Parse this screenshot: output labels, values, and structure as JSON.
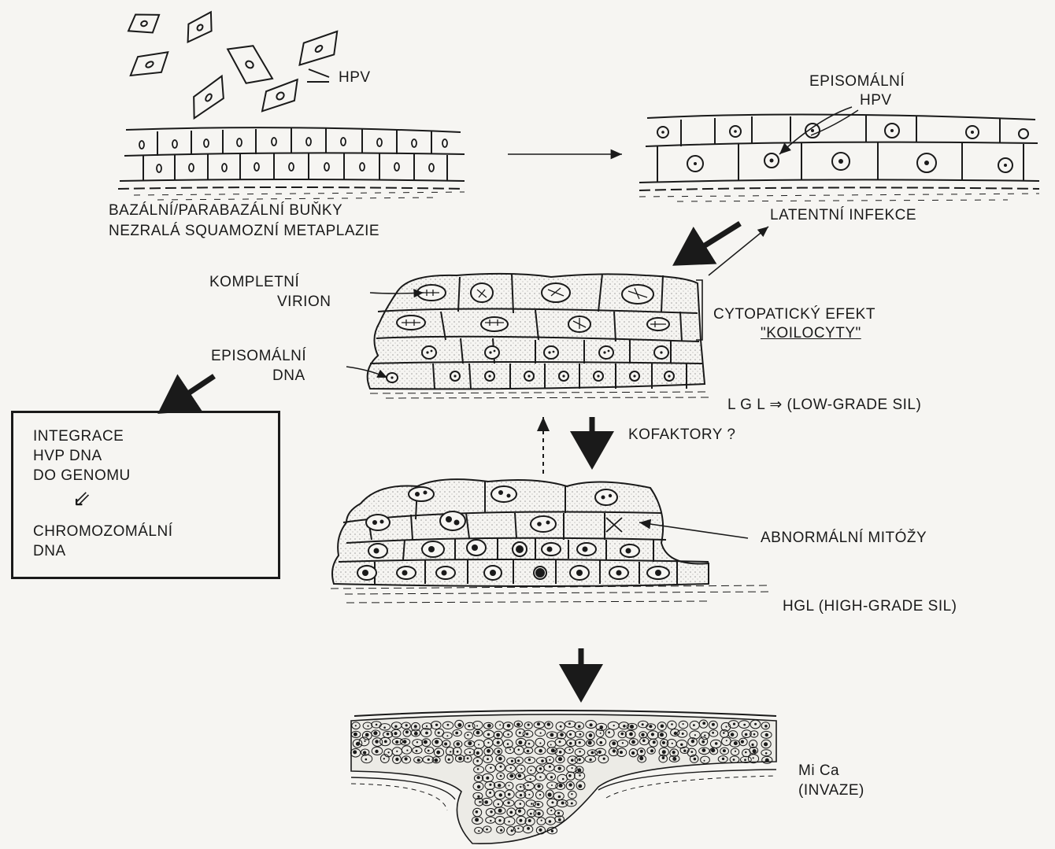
{
  "labels": {
    "hpv": "HPV",
    "episomal_hpv_1": "EPISOMÁLNÍ",
    "episomal_hpv_2": "HPV",
    "basal_1": "BAZÁLNÍ/PARABAZÁLNÍ BUŇKY",
    "basal_2": "NEZRALÁ SQUAMOZNÍ METAPLAZIE",
    "latent": "LATENTNÍ INFEKCE",
    "virion_1": "KOMPLETNÍ",
    "virion_2": "VIRION",
    "cytopathic_1": "CYTOPATICKÝ EFEKT",
    "cytopathic_2": "\"KOILOCYTY\"",
    "episomal_dna_1": "EPISOMÁLNÍ",
    "episomal_dna_2": "DNA",
    "lgl": "L G L  ⇒ (LOW-GRADE SIL)",
    "cofactors": "KOFAKTORY ?",
    "integration_1": "INTEGRACE",
    "integration_2": "HVP DNA",
    "integration_3": "DO GENOMU",
    "integration_arrow": "⇙",
    "chromosomal_1": "CHROMOZOMÁLNÍ",
    "chromosomal_2": "DNA",
    "mitoses": "ABNORMÁLNÍ MITÓŽY",
    "hgl": "HGL (HIGH-GRADE SIL)",
    "mica_1": "Mi Ca",
    "mica_2": "(INVAZE)"
  }
}
